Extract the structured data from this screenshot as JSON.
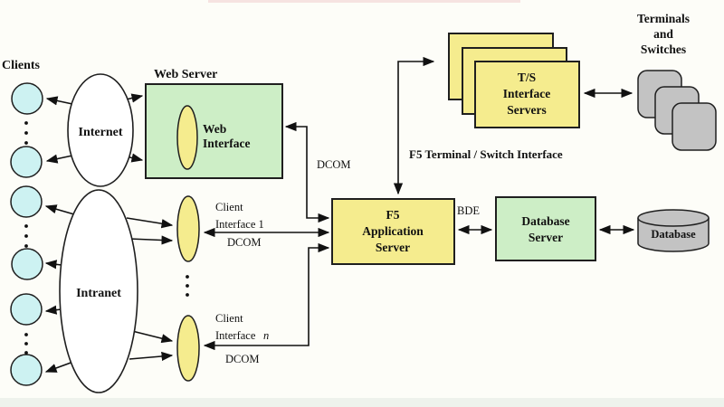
{
  "colors": {
    "canvas": "#fdfdf8",
    "node_yellow": "#f5ec8e",
    "node_green": "#cdeec6",
    "client_cyan": "#cdf2f2",
    "device_gray": "#c3c3c3"
  },
  "nodes": {
    "clients_label": "Clients",
    "internet": "Internet",
    "intranet": "Intranet",
    "web_server_title": "Web Server",
    "web_interface": {
      "line1": "Web",
      "line2": "Interface"
    },
    "client_interface_1": {
      "line1": "Client",
      "line2": "Interface 1"
    },
    "client_interface_n": {
      "line1": "Client",
      "line2": "Interface",
      "suffix": "n"
    },
    "f5_app_server": {
      "line1": "F5",
      "line2": "Application",
      "line3": "Server"
    },
    "ts_interface_servers": {
      "line1": "T/S",
      "line2": "Interface",
      "line3": "Servers"
    },
    "database_server": {
      "line1": "Database",
      "line2": "Server"
    },
    "database": "Database",
    "terminals_switches": {
      "line1": "Terminals",
      "line2": "and",
      "line3": "Switches"
    }
  },
  "edge_labels": {
    "dcom_web": "DCOM",
    "dcom_ci1": "DCOM",
    "dcom_cin": "DCOM",
    "bde": "BDE",
    "f5_terminal_switch_interface": "F5 Terminal / Switch Interface"
  }
}
